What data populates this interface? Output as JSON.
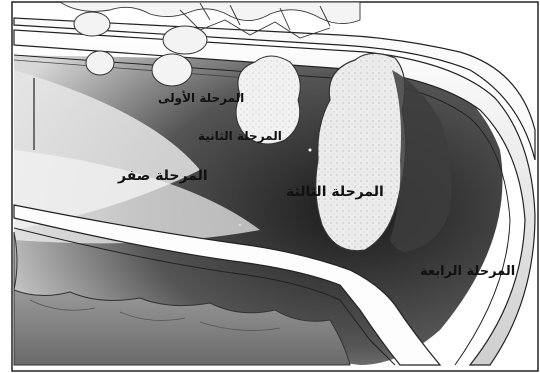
{
  "figure": {
    "subject": "Artery cross-section showing stages of atherosclerotic plaque buildup",
    "labels": {
      "stage_zero": "المرحلة صفر",
      "stage_one": "المرحلة الأولى",
      "stage_two": "المرحلة الثانية",
      "stage_three": "المرحلة الثالثة",
      "stage_four": "المرحلة الرابعة"
    }
  },
  "colors": {
    "lumen_dark": "#2a2a2a",
    "wall_light": "#f2f2f2",
    "plaque": "#e9e9e9",
    "outline": "#111111"
  }
}
